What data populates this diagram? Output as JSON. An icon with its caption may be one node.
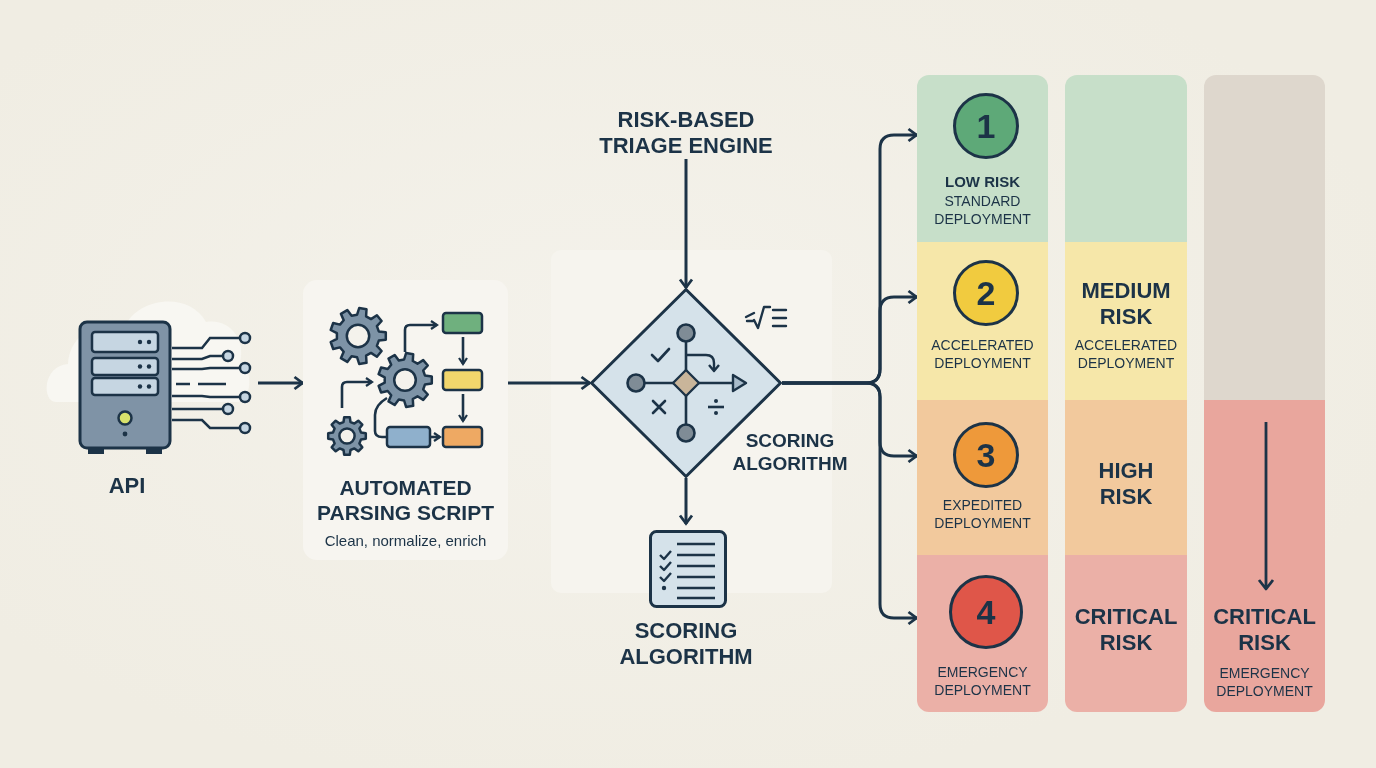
{
  "diagram": {
    "nodes": [
      {
        "text": [
          "API"
        ]
      },
      {
        "text": [
          "AUTOMATED PARSING SCRIPT",
          "Clean, normalize, enrich"
        ]
      },
      {
        "text": [
          "RISK-BASED TRIAGE ENGINE"
        ]
      },
      {
        "text": [],
        "shape": "diamond",
        "beside": [
          "SCORING ALGORITHM"
        ]
      },
      {
        "text": [
          "SCORING ALGORITHM"
        ]
      },
      {
        "text": [
          "LOW RISK",
          "STANDARD DEPLOYMENT"
        ]
      },
      {
        "text": [
          "1"
        ],
        "in": 5
      },
      {
        "text": [
          "ACCELERATED DEPLOYMENT"
        ]
      },
      {
        "text": [
          "2"
        ],
        "in": 7
      },
      {
        "text": [
          "EXPEDITED DEPLOYMENT"
        ]
      },
      {
        "text": [
          "3"
        ],
        "in": 9
      },
      {
        "text": [
          "EMERGENCY DEPLOYMENT"
        ]
      },
      {
        "text": [
          "4"
        ],
        "in": 11
      },
      {
        "text": [],
        "shape": "box"
      },
      {
        "text": [
          "MEDIUM RISK",
          "ACCELERATED DEPLOYMENT"
        ]
      },
      {
        "text": [
          "HIGH RISK"
        ]
      },
      {
        "text": [
          "CRITICAL RISK"
        ]
      },
      {
        "text": [],
        "shape": "box"
      },
      {
        "text": [
          "CRITICAL RISK",
          "EMERGENCY DEPLOYMENT"
        ]
      }
    ],
    "edges": [
      {
        "from": 0,
        "to": 1,
        "arrow": "to"
      },
      {
        "from": 1,
        "to": 3,
        "arrow": "to"
      },
      {
        "from": 2,
        "to": 3,
        "arrow": "to"
      },
      {
        "from": 3,
        "to": 4,
        "arrow": "to"
      },
      {
        "from": 3,
        "to": 5,
        "arrow": "to"
      },
      {
        "from": 3,
        "to": 7,
        "arrow": "to"
      },
      {
        "from": 3,
        "to": 9,
        "arrow": "to"
      },
      {
        "from": 3,
        "to": 11,
        "arrow": "to"
      }
    ]
  }
}
